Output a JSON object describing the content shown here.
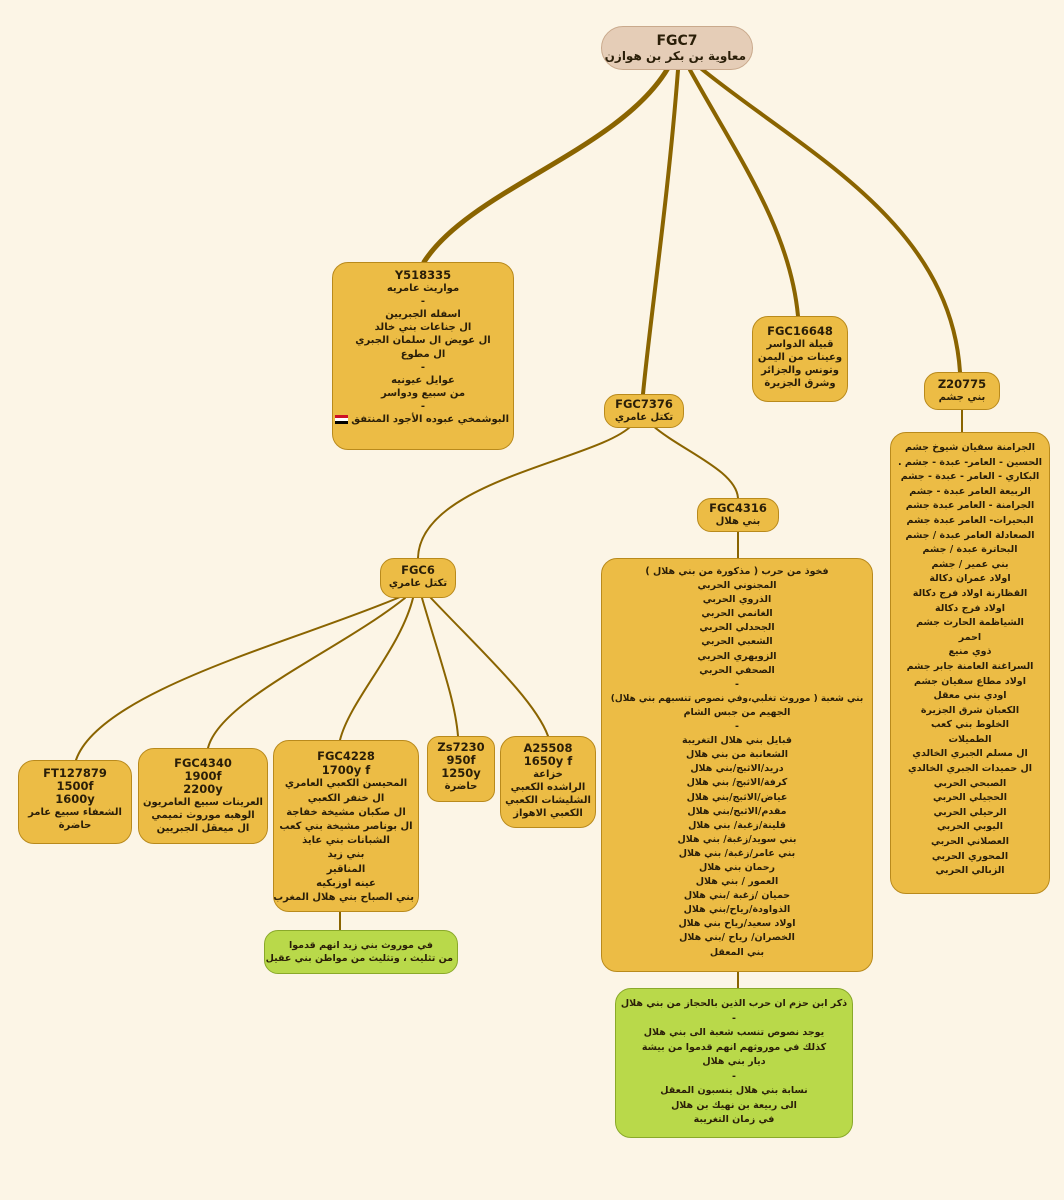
{
  "colors": {
    "background": "#fcf5e6",
    "node": "#ecbc45",
    "root": "#e5cdb7",
    "note": "#b9d94a",
    "connector": "#8a6400"
  },
  "nodes": {
    "root": {
      "lines": [
        "FGC7",
        "معاوية بن بكر بن هوازن"
      ]
    },
    "y518335": {
      "lines": [
        "Y518335",
        "مواريث عامريه",
        "-",
        "اسفله الجبريين",
        "ال جناعات بني خالد",
        "ال عويض ال سلمان الجبري",
        "ال مطوع",
        "-",
        "عوايل عيونيه",
        "من سبيع ودواسر",
        "-",
        "البوشمخي عبوده الأجود المنتفق"
      ],
      "flag": "iraq-flag"
    },
    "fgc16648": {
      "lines": [
        "FGC16648",
        "قبيلة الدواسر",
        "وعينات من اليمن",
        "وتونس والجزائر",
        "وشرق الجزيرة"
      ]
    },
    "z20775": {
      "lines": [
        "Z20775",
        "بني جشم"
      ]
    },
    "fgc7376": {
      "lines": [
        "FGC7376",
        "تكتل عامري"
      ]
    },
    "jusham_list": {
      "lines": [
        "الجرامنة سفيان شيوخ جشم",
        "الحسين - العامر- عبدة - جشم .",
        "البكاري - العامر - عبدة - جشم",
        "الربيعة العامر عبدة - جشم",
        "الجرامنة - العامر عبدة جشم",
        "البحيرات- العامر عبدة جشم",
        "الصعادلة العامر عبدة / جشم",
        "البحاترة عبدة / جشم",
        "بني عمير / جشم",
        "اولاد عمران دكالة",
        "القظارنة اولاد فرج دكالة",
        "اولاد فرج دكالة",
        "الشياظمة الحارث جشم",
        "احمر",
        "ذوي منيع",
        "السراغنة العامنة جابر جشم",
        "اولاد مطاع سفيان جشم",
        "اودي بني معقل",
        "الكعبان شرق الجزيرة",
        "الخلوط بني كعب",
        "الطميلات",
        "ال مسلم الجبري الخالدي",
        "ال حميدات الجبري الخالدي",
        "الصبحي الحربي",
        "الحجيلي الحربي",
        "الرحيلي الحربي",
        "اليوبي الحربي",
        "العصلاني الحربي",
        "المحوري الحربي",
        "الزبالي الحربي"
      ]
    },
    "fgc4316": {
      "lines": [
        "FGC4316",
        "بني هلال"
      ]
    },
    "hilal_list": {
      "lines": [
        "فخوذ من حرب ( مذكورة من بني هلال )",
        "المجنوني الحربي",
        "الذروي الحربي",
        "الغانمي الحربي",
        "الجحدلي الحربي",
        "الشعبي الحربي",
        "الزويهري الحربي",
        "الصحفي الحربي",
        "-",
        "بني شعبة ( موروث تغلبي،وفي نصوص تنسبهم بني هلال)",
        "الجهيم من جبس الشام",
        "-",
        "قبايل بني هلال التغريبة",
        "الشعانبة من بني هلال",
        "دريد/الاثبج/بني هلال",
        "كرفة/الاثبج/ بني هلال",
        "عياض/الاثبج/بني هلال",
        "مقدم/الاثبج/بني هلال",
        "قلينة/زغبة/ بني هلال",
        "بني سويد/زغبة/ بني هلال",
        "بني عامر/زغبة/ بني هلال",
        "رحمان بني هلال",
        "العمور / بني هلال",
        "حميان /زغبة /بني هلال",
        "الذواودة/رياح/بني هلال",
        "اولاد سعيد/رياح بني هلال",
        "الخصران/ رياح /بني هلال",
        "بني المعقل"
      ]
    },
    "hilal_note": {
      "lines": [
        "ذكر ابن حزم ان حرب الذين بالحجاز من بني هلال",
        "-",
        "يوجد نصوص تنسب شعبة الى بني هلال",
        "كذلك في موروثهم انهم قدموا من بيشة",
        "ديار بني هلال",
        "-",
        "نسابة بني هلال ينسبون المعقل",
        "الى ربيعة بن نهيك بن هلال",
        "في زمان التغريبة"
      ]
    },
    "fgc6": {
      "lines": [
        "FGC6",
        "تكتل عامري"
      ]
    },
    "ft127879": {
      "lines": [
        "FT127879",
        "1500f",
        "1600y",
        "الشعفاء سبيع عامر",
        "حاضرة"
      ]
    },
    "fgc4340": {
      "lines": [
        "FGC4340",
        "1900f",
        "2200y",
        "العرينات سبيع العامريون",
        "الوهبه موروث تميمي",
        "ال ميعقل الجبريين"
      ]
    },
    "fgc4228": {
      "lines": [
        "FGC4228",
        "1700y f",
        "المحيسن الكعبي العامري",
        "ال خنفر الكعبي",
        "ال صكبان مشيخة خفاجة",
        "ال بوناصر مشيخة بني كعب",
        "الشبانات بني عايذ",
        "بني زيد",
        "المناقير",
        "عينه اوزبكيه",
        "بني الصباح بني هلال المغرب"
      ]
    },
    "fgc4228_note": {
      "lines": [
        "في موروث بني زيد انهم قدموا",
        "من تثليث ، وتثليث من مواطن بني عقيل"
      ]
    },
    "zs7230": {
      "lines": [
        "Zs7230",
        "950f",
        "1250y",
        "حاضرة"
      ]
    },
    "a25508": {
      "lines": [
        "A25508",
        "1650y f",
        "خزاعة",
        "الراشده الكعبي",
        "الشليشات الكعبي",
        "الكعبي الاهواز"
      ]
    }
  }
}
